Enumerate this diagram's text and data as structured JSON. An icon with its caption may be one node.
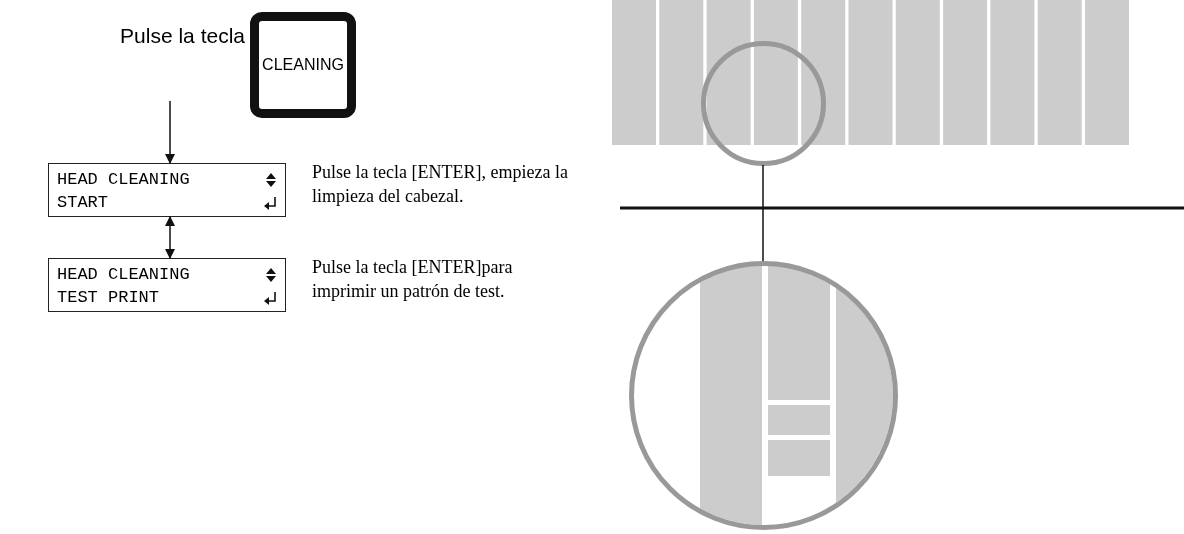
{
  "diagram": {
    "nodes": [
      {
        "text": [
          "CLEANING"
        ],
        "beside": [
          "Pulse la tecla"
        ]
      },
      {
        "text": [
          "HEAD CLEANING",
          "START"
        ],
        "beside": [
          "Pulse la tecla [ENTER], empieza la limpieza del cabezal."
        ]
      },
      {
        "text": [
          "HEAD CLEANING",
          "TEST PRINT"
        ],
        "beside": [
          "Pulse la tecla [ENTER]para imprimir un patrón de test."
        ]
      },
      {
        "text": [],
        "shape": "circle"
      },
      {
        "text": [],
        "shape": "circle"
      }
    ],
    "edges": [
      {
        "from": 0,
        "to": 1,
        "arrow": "to"
      },
      {
        "from": 1,
        "to": 2,
        "arrow": "both"
      },
      {
        "from": 3,
        "to": 4,
        "arrow": "none"
      }
    ]
  }
}
